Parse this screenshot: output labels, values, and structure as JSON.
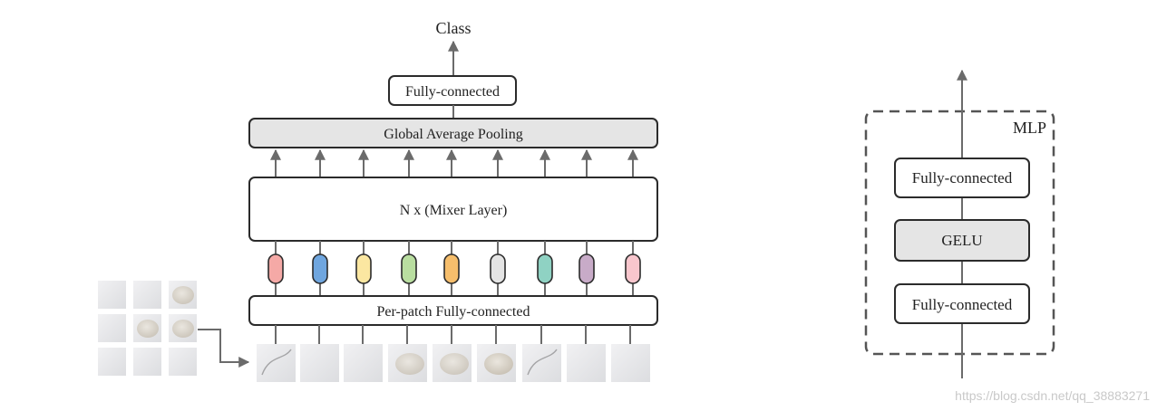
{
  "main_diagram": {
    "class_label": "Class",
    "fc_top_label": "Fully-connected",
    "gap_label": "Global Average Pooling",
    "mixer_label": "N x (Mixer Layer)",
    "perpatch_label": "Per-patch Fully-connected",
    "token_colors": [
      "#f5a9a6",
      "#6fa6df",
      "#fbe7a1",
      "#b9dea0",
      "#f6be6c",
      "#e4e4e4",
      "#8fd2c3",
      "#c8abc8",
      "#f8c6cd"
    ]
  },
  "mlp_diagram": {
    "title": "MLP",
    "fc_top_label": "Fully-connected",
    "gelu_label": "GELU",
    "fc_bottom_label": "Fully-connected"
  },
  "watermark": "https://blog.csdn.net/qq_38883271"
}
